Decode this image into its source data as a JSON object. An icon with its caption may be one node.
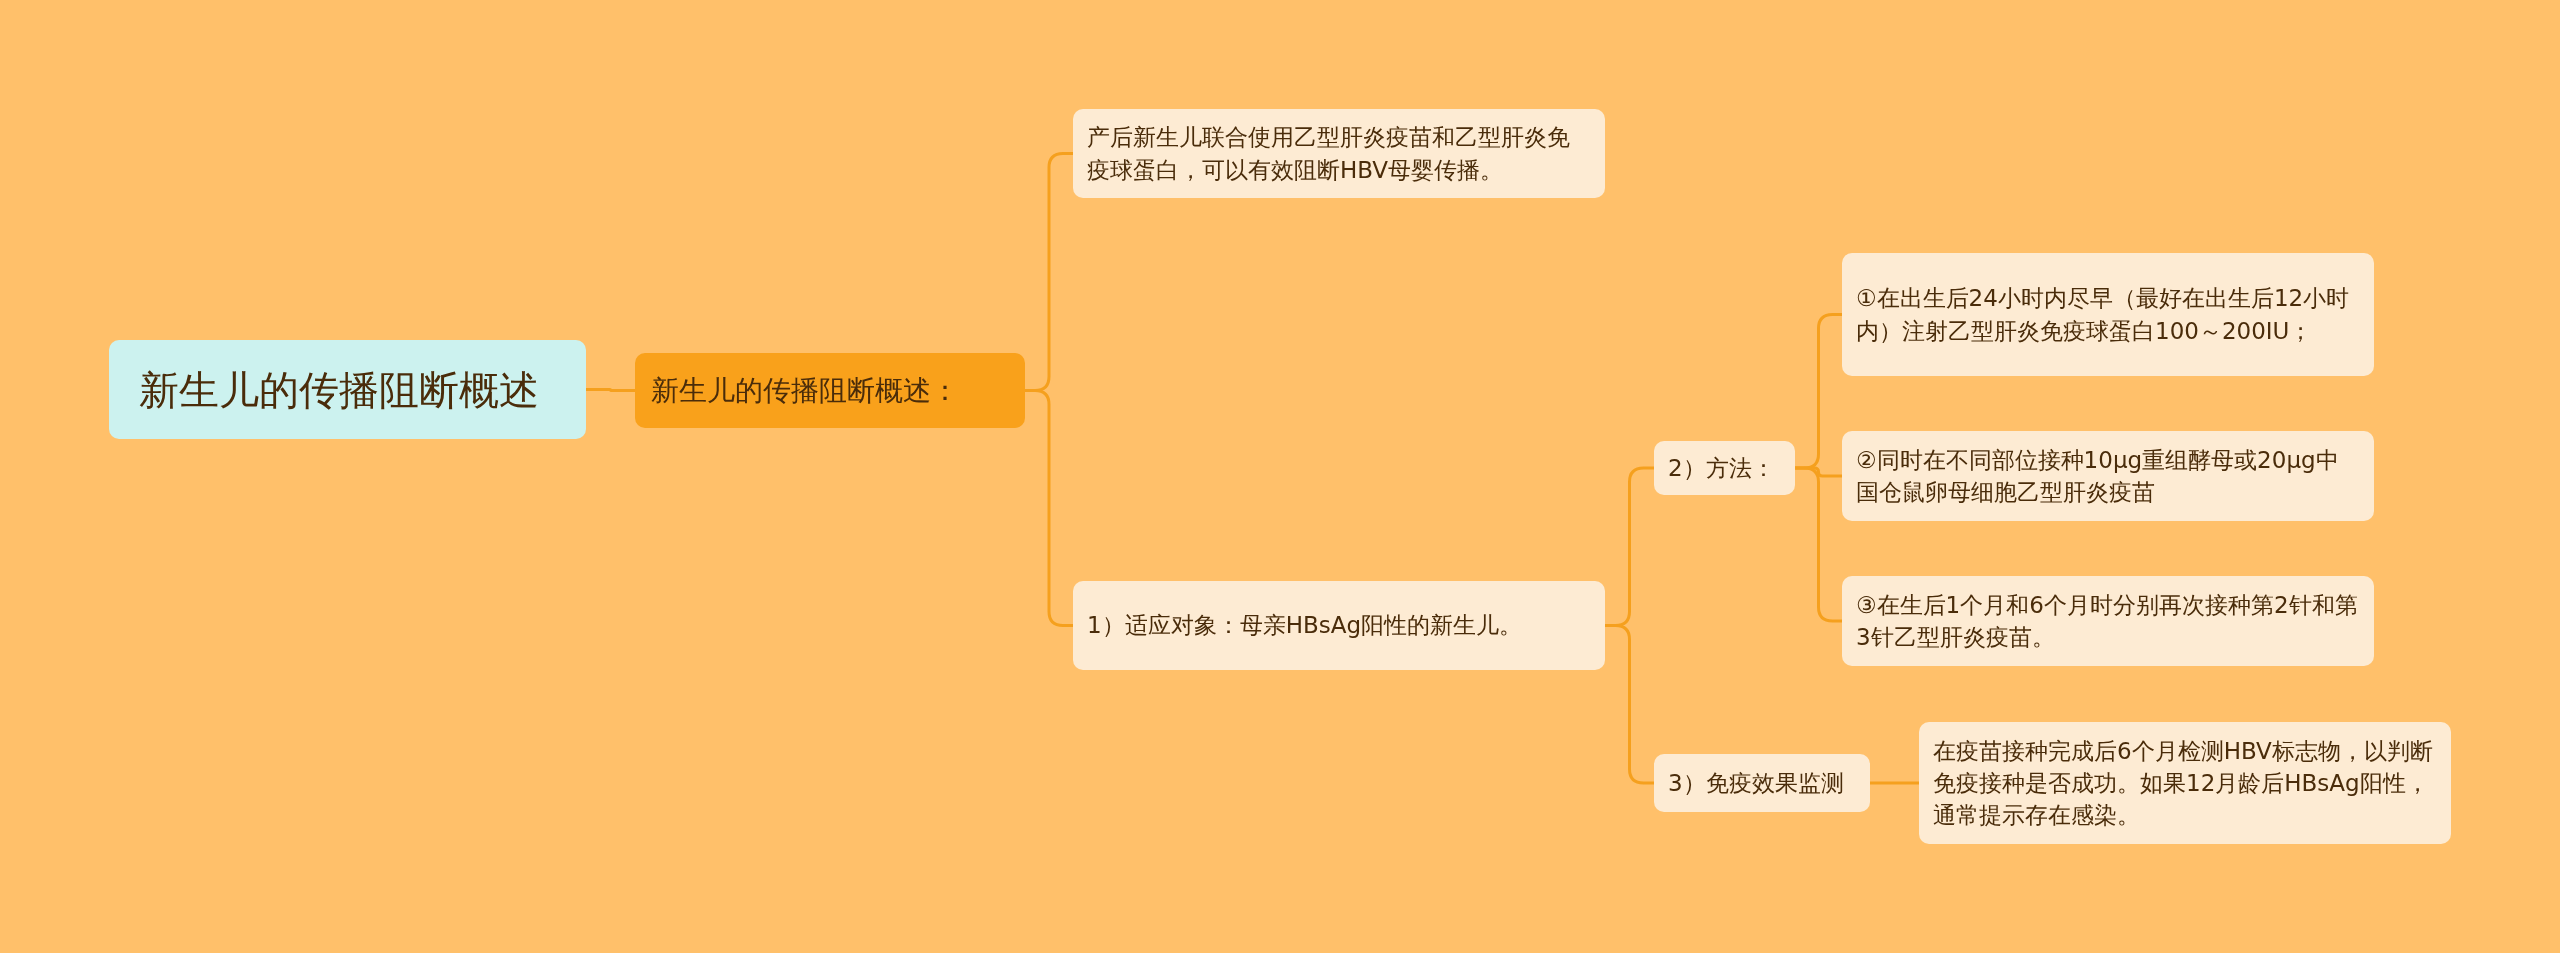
{
  "diagram": {
    "nodes": [
      {
        "text": [
          "新生儿的传播阻断概述"
        ]
      },
      {
        "text": [
          "新生儿的传播阻断概述："
        ]
      },
      {
        "text": [
          "产后新生儿联合使用乙型肝炎疫苗和乙型肝炎免疫球蛋白，可以有效阻断HBV母婴传播。"
        ]
      },
      {
        "text": [
          "1）适应对象：母亲HBsAg阳性的新生儿。"
        ]
      },
      {
        "text": [
          "2）方法："
        ]
      },
      {
        "text": [
          "3）免疫效果监测"
        ]
      },
      {
        "text": [
          "①在出生后24小时内尽早（最好在出生后12小时内）注射乙型肝炎免疫球蛋白100～200IU；"
        ]
      },
      {
        "text": [
          "②同时在不同部位接种10μg重组酵母或20μg中国仓鼠卵母细胞乙型肝炎疫苗"
        ]
      },
      {
        "text": [
          "③在生后1个月和6个月时分别再次接种第2针和第3针乙型肝炎疫苗。"
        ]
      },
      {
        "text": [
          "在疫苗接种完成后6个月检测HBV标志物，以判断免疫接种是否成功。如果12月龄后HBsAg阳性，通常提示存在感染。"
        ]
      }
    ],
    "edges": [
      {
        "from": 0,
        "to": 1,
        "arrow": "none"
      },
      {
        "from": 1,
        "to": 2,
        "arrow": "none"
      },
      {
        "from": 1,
        "to": 3,
        "arrow": "none"
      },
      {
        "from": 3,
        "to": 4,
        "arrow": "none"
      },
      {
        "from": 3,
        "to": 5,
        "arrow": "none"
      },
      {
        "from": 4,
        "to": 6,
        "arrow": "none"
      },
      {
        "from": 4,
        "to": 7,
        "arrow": "none"
      },
      {
        "from": 4,
        "to": 8,
        "arrow": "none"
      },
      {
        "from": 5,
        "to": 9,
        "arrow": "none"
      }
    ]
  }
}
